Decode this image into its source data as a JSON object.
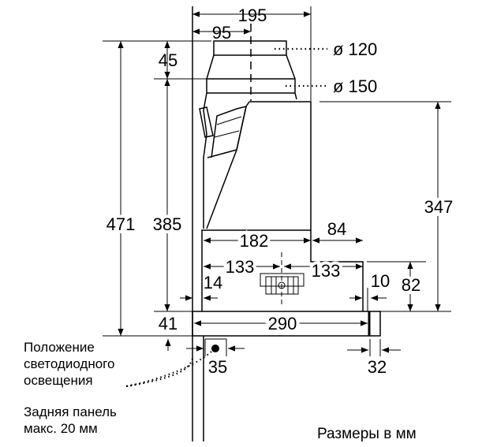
{
  "dimensions": {
    "d195": "195",
    "d95": "95",
    "d120": "ø 120",
    "d150": "ø 150",
    "d45": "45",
    "d471": "471",
    "d385": "385",
    "d41": "41",
    "d347": "347",
    "d182": "182",
    "d84": "84",
    "d133a": "133",
    "d133b": "133",
    "d14": "14",
    "d10": "10",
    "d82": "82",
    "d290": "290",
    "d35": "35",
    "d32": "32"
  },
  "labels": {
    "led_position": [
      "Положение",
      "светодиодного",
      "освещения"
    ],
    "back_panel": [
      "Задняя панель",
      "макс. 20 мм"
    ],
    "units": "Размеры в мм"
  }
}
